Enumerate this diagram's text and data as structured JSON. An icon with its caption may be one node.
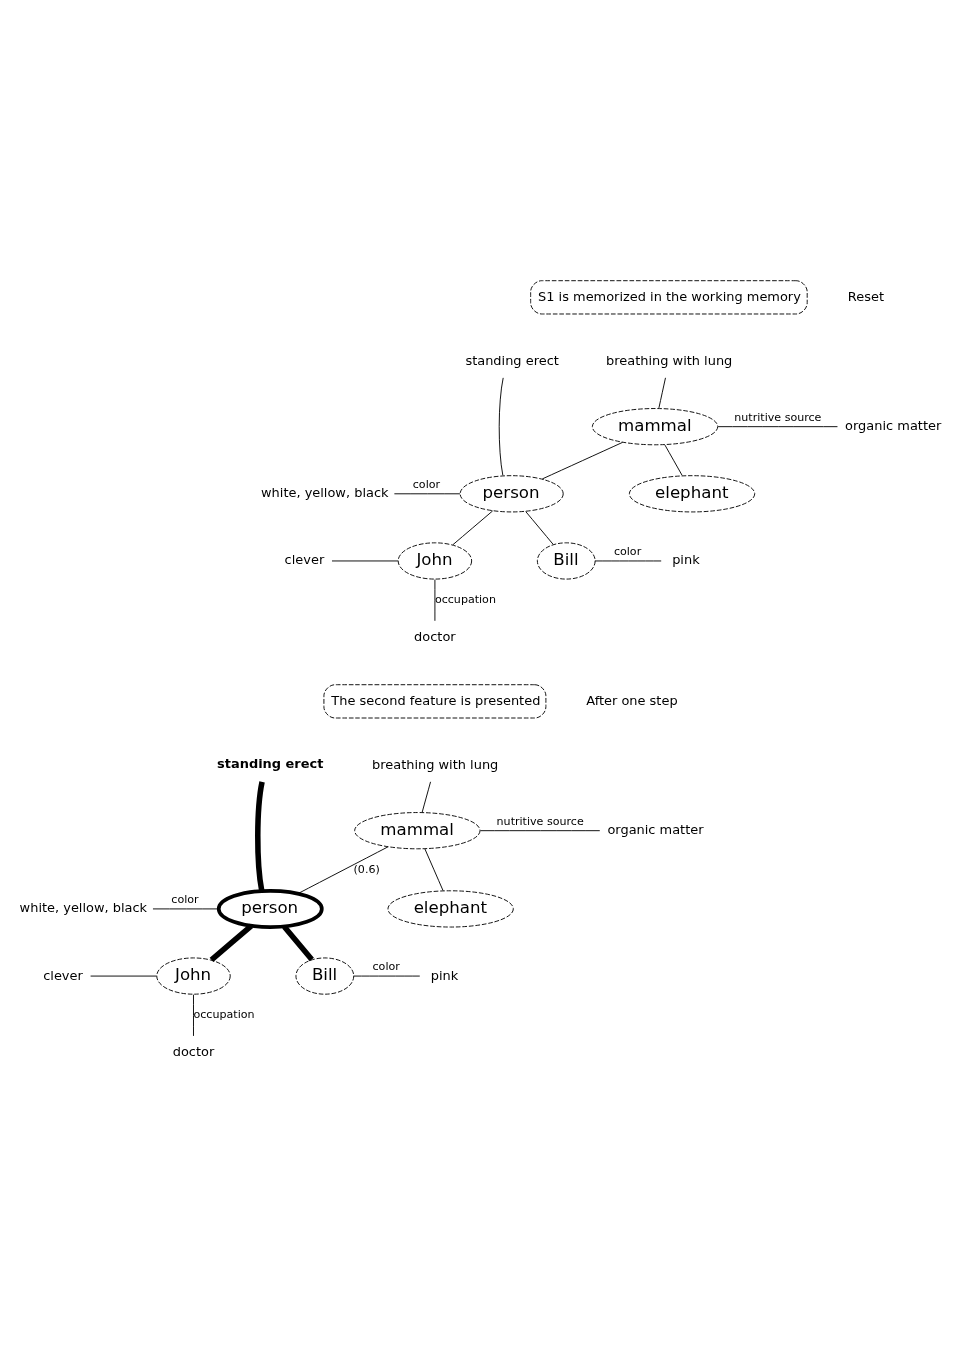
{
  "diagram": {
    "nodes": [
      {
        "text": [
          "S1 is memorized in the working memory"
        ]
      },
      {
        "text": [
          "mammal"
        ]
      },
      {
        "text": [
          "breathing with lung"
        ]
      },
      {
        "text": [
          "organic matter"
        ]
      },
      {
        "text": [
          "person"
        ]
      },
      {
        "text": [
          "elephant"
        ]
      },
      {
        "text": [
          "standing erect"
        ]
      },
      {
        "text": [
          "white, yellow, black"
        ]
      },
      {
        "text": [
          "John"
        ]
      },
      {
        "text": [
          "Bill"
        ]
      },
      {
        "text": [
          "clever"
        ]
      },
      {
        "text": [
          "doctor"
        ]
      },
      {
        "text": [
          "pink"
        ]
      },
      {
        "text": [
          "The second feature is presented"
        ]
      },
      {
        "text": [
          "mammal"
        ]
      },
      {
        "text": [
          "breathing with lung"
        ]
      },
      {
        "text": [
          "organic matter"
        ]
      },
      {
        "text": [
          "person"
        ]
      },
      {
        "text": [
          "elephant"
        ]
      },
      {
        "text": [
          "standing erect"
        ]
      },
      {
        "text": [
          "white, yellow, black"
        ]
      },
      {
        "text": [
          "John"
        ]
      },
      {
        "text": [
          "Bill"
        ]
      },
      {
        "text": [
          "clever"
        ]
      },
      {
        "text": [
          "doctor"
        ]
      },
      {
        "text": [
          "pink"
        ]
      }
    ],
    "edges": [
      {
        "from": 2,
        "to": 1,
        "arrow": "none"
      },
      {
        "from": 1,
        "to": 3,
        "arrow": "none",
        "label": "nutritive source"
      },
      {
        "from": 1,
        "to": 4,
        "arrow": "none"
      },
      {
        "from": 1,
        "to": 5,
        "arrow": "none"
      },
      {
        "from": 6,
        "to": 4,
        "arrow": "none"
      },
      {
        "from": 7,
        "to": 4,
        "arrow": "none",
        "label": "color"
      },
      {
        "from": 4,
        "to": 8,
        "arrow": "none"
      },
      {
        "from": 4,
        "to": 9,
        "arrow": "none"
      },
      {
        "from": 10,
        "to": 8,
        "arrow": "none"
      },
      {
        "from": 8,
        "to": 11,
        "arrow": "none",
        "label": "occupation"
      },
      {
        "from": 9,
        "to": 12,
        "arrow": "none",
        "label": "color"
      },
      {
        "from": 15,
        "to": 14,
        "arrow": "none"
      },
      {
        "from": 14,
        "to": 16,
        "arrow": "none",
        "label": "nutritive source"
      },
      {
        "from": 14,
        "to": 17,
        "arrow": "none",
        "label": "(0.6)"
      },
      {
        "from": 14,
        "to": 18,
        "arrow": "none"
      },
      {
        "from": 19,
        "to": 17,
        "arrow": "none",
        "style": "thick"
      },
      {
        "from": 20,
        "to": 17,
        "arrow": "none",
        "label": "color"
      },
      {
        "from": 17,
        "to": 21,
        "arrow": "none",
        "style": "thick"
      },
      {
        "from": 17,
        "to": 22,
        "arrow": "none",
        "style": "thick"
      },
      {
        "from": 23,
        "to": 21,
        "arrow": "none"
      },
      {
        "from": 21,
        "to": 24,
        "arrow": "none",
        "label": "occupation"
      },
      {
        "from": 22,
        "to": 25,
        "arrow": "none",
        "label": "color"
      }
    ],
    "labels": [
      "Reset",
      "After one step"
    ]
  }
}
